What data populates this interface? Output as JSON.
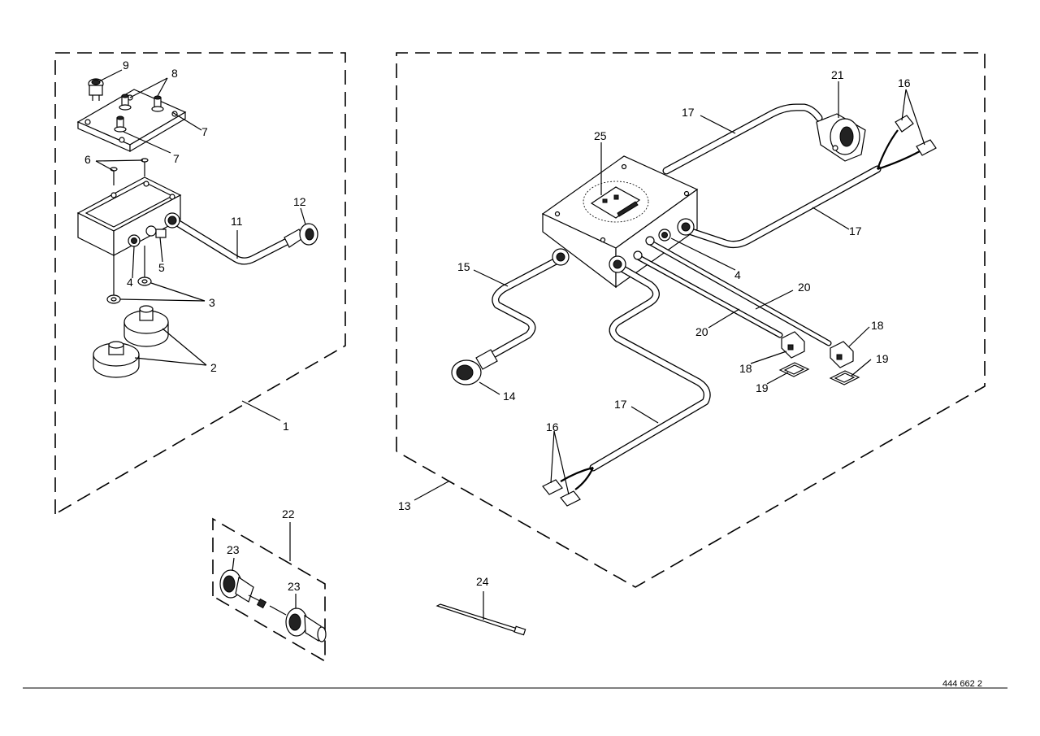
{
  "document_number": "444 662 2",
  "callouts": {
    "c1": "1",
    "c2": "2",
    "c3": "3",
    "c4a": "4",
    "c4b": "4",
    "c5": "5",
    "c6": "6",
    "c7a": "7",
    "c7b": "7",
    "c8": "8",
    "c9": "9",
    "c11": "11",
    "c12": "12",
    "c13": "13",
    "c14": "14",
    "c15": "15",
    "c16a": "16",
    "c16b": "16",
    "c17a": "17",
    "c17b": "17",
    "c17c": "17",
    "c18a": "18",
    "c18b": "18",
    "c19a": "19",
    "c19b": "19",
    "c20a": "20",
    "c20b": "20",
    "c21": "21",
    "c22": "22",
    "c23a": "23",
    "c23b": "23",
    "c24": "24",
    "c25": "25"
  }
}
